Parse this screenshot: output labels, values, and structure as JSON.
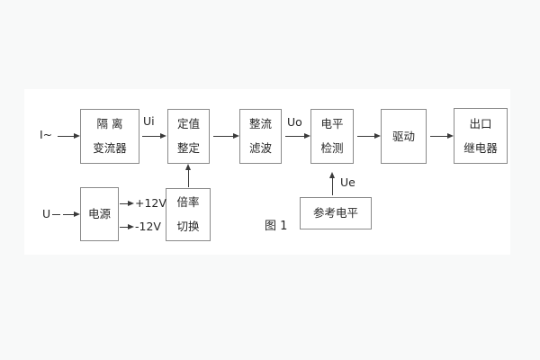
{
  "figure": {
    "caption": "图 1"
  },
  "colors": {
    "page_bg": "#f8f9f9",
    "panel_bg": "#ffffff",
    "line": "#3a3a3a",
    "box_border": "#8a8a8a",
    "text": "#262626"
  },
  "blocks": {
    "isolation_transformer": {
      "lines": [
        "隔 离",
        "变流器"
      ]
    },
    "setpoint_adjust": {
      "lines": [
        "定值",
        "整定"
      ]
    },
    "rectify_filter": {
      "lines": [
        "整流",
        "滤波"
      ]
    },
    "level_detect": {
      "lines": [
        "电平",
        "检测"
      ]
    },
    "driver": {
      "lines": [
        "驱动"
      ]
    },
    "output_relay": {
      "lines": [
        "出口",
        "继电器"
      ]
    },
    "power_supply": {
      "lines": [
        "电源"
      ]
    },
    "ratio_switch": {
      "lines": [
        "倍率",
        "切换"
      ]
    },
    "reference_level": {
      "lines": [
        "参考电平"
      ]
    }
  },
  "signals": {
    "input_current": "I~",
    "input_voltage": "U",
    "ui": "Ui",
    "uo": "Uo",
    "ue": "Ue",
    "rail_positive": "+12V",
    "rail_negative": "-12V"
  }
}
